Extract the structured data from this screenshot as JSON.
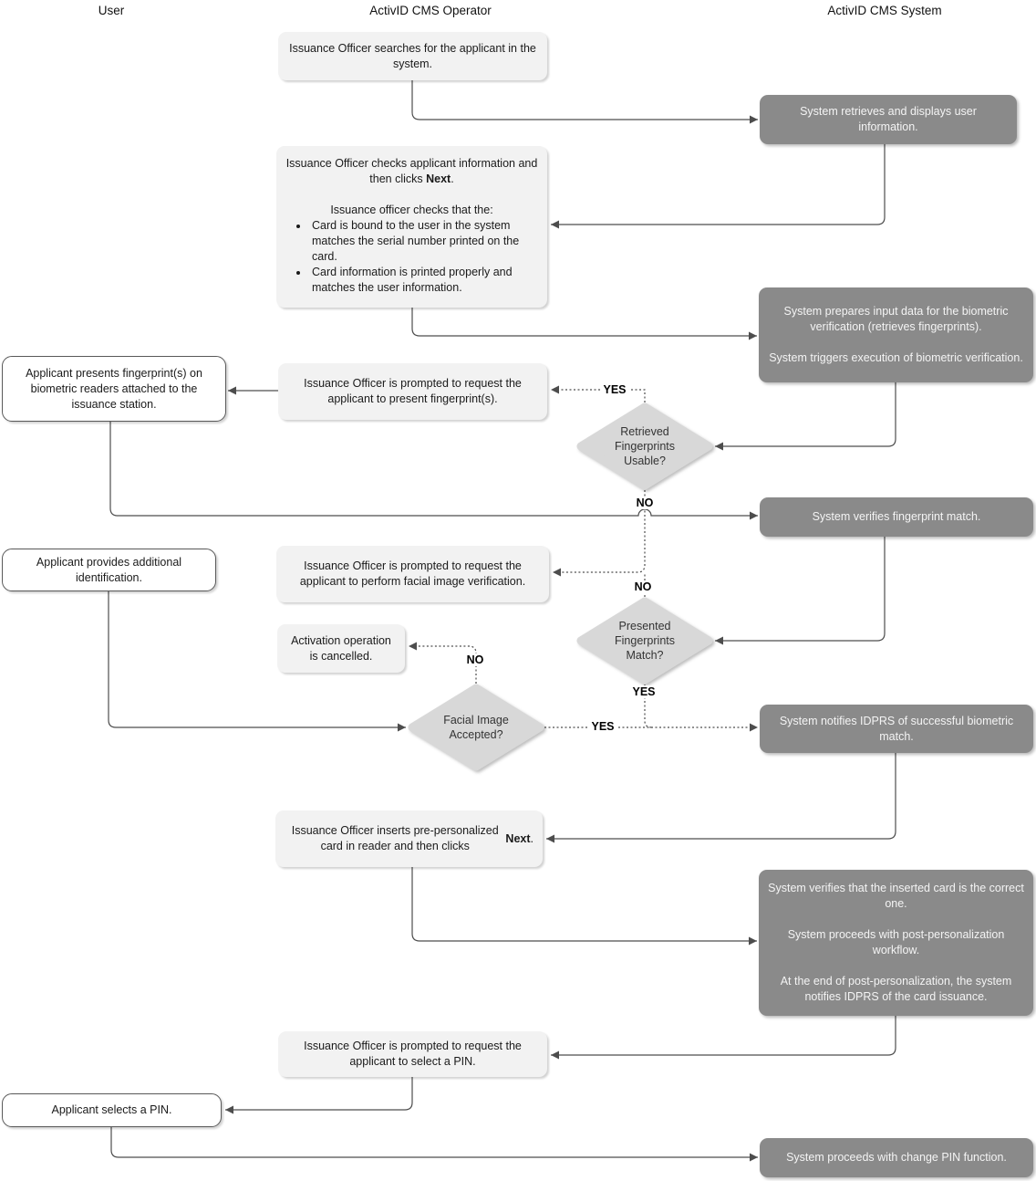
{
  "lanes": {
    "user": "User",
    "operator": "ActivID CMS Operator",
    "system": "ActivID CMS System"
  },
  "operator": {
    "search": "Issuance Officer searches for the applicant in the system.",
    "check_intro_prefix": "Issuance Officer checks applicant information and then clicks ",
    "check_intro_bold": "Next",
    "check_intro_suffix": ".",
    "check_subtitle": "Issuance officer checks that the:",
    "check_bullets": [
      "Card is bound to the user in the system matches the serial number printed on the card.",
      "Card information is printed properly and matches the user information."
    ],
    "prompt_fingerprints": "Issuance Officer is prompted to request the applicant to present fingerprint(s).",
    "prompt_facial": "Issuance Officer is prompted to request the applicant to perform facial image verification.",
    "cancelled": "Activation operation is cancelled.",
    "insert_card_prefix": "Issuance Officer inserts pre-personalized card in reader and then clicks ",
    "insert_card_bold": "Next",
    "insert_card_suffix": ".",
    "prompt_pin": "Issuance Officer is prompted to request the applicant to select a PIN."
  },
  "user": {
    "present_fingerprints": "Applicant presents fingerprint(s) on biometric readers attached to the issuance station.",
    "additional_id": "Applicant provides additional identification.",
    "select_pin": "Applicant selects a PIN."
  },
  "system": {
    "retrieve": "System retrieves and displays user information.",
    "prepare_p1": "System prepares input data for the biometric verification (retrieves fingerprints).",
    "prepare_p2": "System triggers execution of biometric verification.",
    "verify_match": "System verifies fingerprint match.",
    "notify_idprs": "System notifies IDPRS of successful biometric match.",
    "card_p1": "System verifies that the inserted card is the correct one.",
    "card_p2": "System proceeds with post-personalization workflow.",
    "card_p3": "At the end of post-personalization, the system notifies IDPRS of the card issuance.",
    "change_pin": "System proceeds with change PIN function."
  },
  "decisions": {
    "retrieved_usable": "Retrieved Fingerprints Usable?",
    "presented_match": "Presented Fingerprints Match?",
    "facial_accepted": "Facial Image Accepted?"
  },
  "edge_labels": {
    "d1_yes": "YES",
    "d1_no": "NO",
    "d2_no": "NO",
    "d2_yes": "YES",
    "d3_no": "NO",
    "d3_yes": "YES"
  },
  "colors": {
    "operator_box_bg": "#f2f2f2",
    "system_box_bg": "#8a8a8a",
    "diamond_bg": "#d8d8d8",
    "line": "#4d4d4d"
  }
}
